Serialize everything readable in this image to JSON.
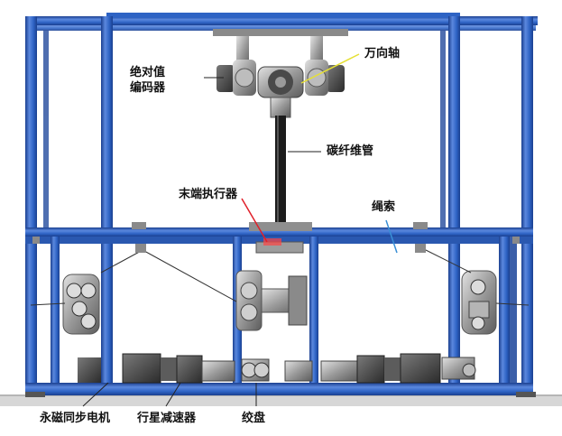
{
  "labels": {
    "encoder": [
      "绝对值",
      "编码器"
    ],
    "universal_joint": "万向轴",
    "carbon_tube": "碳纤维管",
    "end_effector": "末端执行器",
    "rope": "绳索",
    "motor": "永磁同步电机",
    "gearbox": "行星减速器",
    "winch": "绞盘"
  },
  "colors": {
    "frame_blue": "#2e63c4",
    "frame_dark": "#1a3f8f",
    "frame_light": "#5b88de",
    "rope": "#3a8fd6",
    "machinery": "#6e6e6e",
    "floor": "#d7d7d7"
  }
}
